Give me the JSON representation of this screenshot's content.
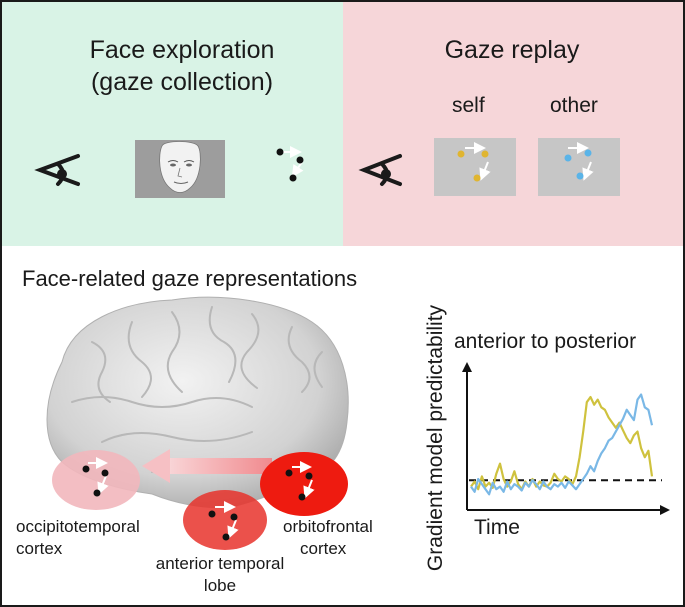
{
  "top_left": {
    "title_line1": "Face exploration",
    "title_line2": "(gaze collection)"
  },
  "top_right": {
    "title": "Gaze replay",
    "label_self": "self",
    "label_other": "other"
  },
  "bottom": {
    "title": "Face-related gaze representations",
    "regions": {
      "occipitotemporal_line1": "occipitotemporal",
      "occipitotemporal_line2": "cortex",
      "anterior_temporal_line1": "anterior temporal",
      "anterior_temporal_line2": "lobe",
      "orbitofrontal_line1": "orbitofrontal",
      "orbitofrontal_line2": "cortex"
    }
  },
  "colors": {
    "green_panel": "#d9f3e6",
    "pink_panel": "#f6d6d9",
    "self_dots": "#e0b530",
    "other_dots": "#5ab4e8",
    "yellow_line": "#cfc23e",
    "blue_line": "#7ab8e6",
    "red_region": "#e8322b"
  },
  "chart_data": {
    "type": "line",
    "title": "anterior to posterior",
    "xlabel": "Time",
    "ylabel": "Gradient model predictability",
    "ylim": [
      0,
      1
    ],
    "baseline": 0.17,
    "x": [
      0,
      0.02,
      0.04,
      0.06,
      0.08,
      0.1,
      0.12,
      0.14,
      0.16,
      0.18,
      0.2,
      0.22,
      0.24,
      0.26,
      0.28,
      0.3,
      0.32,
      0.34,
      0.36,
      0.38,
      0.4,
      0.42,
      0.44,
      0.46,
      0.48,
      0.5,
      0.52,
      0.54,
      0.56,
      0.58,
      0.6,
      0.62,
      0.64,
      0.66,
      0.68,
      0.7,
      0.72,
      0.74,
      0.76,
      0.78,
      0.8,
      0.82,
      0.84,
      0.86,
      0.88,
      0.9,
      0.92,
      0.94,
      0.96,
      0.98,
      1.0
    ],
    "series": [
      {
        "name": "",
        "values": [
          0.12,
          0.16,
          0.1,
          0.2,
          0.12,
          0.15,
          0.11,
          0.22,
          0.3,
          0.18,
          0.12,
          0.16,
          0.24,
          0.14,
          0.1,
          0.16,
          0.12,
          0.18,
          0.12,
          0.16,
          0.13,
          0.12,
          0.15,
          0.22,
          0.18,
          0.16,
          0.2,
          0.18,
          0.14,
          0.2,
          0.35,
          0.55,
          0.78,
          0.82,
          0.76,
          0.8,
          0.74,
          0.72,
          0.66,
          0.62,
          0.58,
          0.62,
          0.56,
          0.5,
          0.46,
          0.52,
          0.55,
          0.42,
          0.35,
          0.4,
          0.2
        ]
      },
      {
        "name": "",
        "values": [
          0.12,
          0.08,
          0.18,
          0.14,
          0.1,
          0.06,
          0.15,
          0.1,
          0.12,
          0.08,
          0.16,
          0.1,
          0.14,
          0.12,
          0.09,
          0.15,
          0.12,
          0.17,
          0.14,
          0.1,
          0.16,
          0.12,
          0.1,
          0.14,
          0.12,
          0.15,
          0.11,
          0.16,
          0.13,
          0.1,
          0.14,
          0.18,
          0.22,
          0.28,
          0.24,
          0.32,
          0.38,
          0.42,
          0.48,
          0.5,
          0.55,
          0.6,
          0.65,
          0.72,
          0.68,
          0.64,
          0.8,
          0.84,
          0.74,
          0.72,
          0.6
        ]
      }
    ]
  }
}
